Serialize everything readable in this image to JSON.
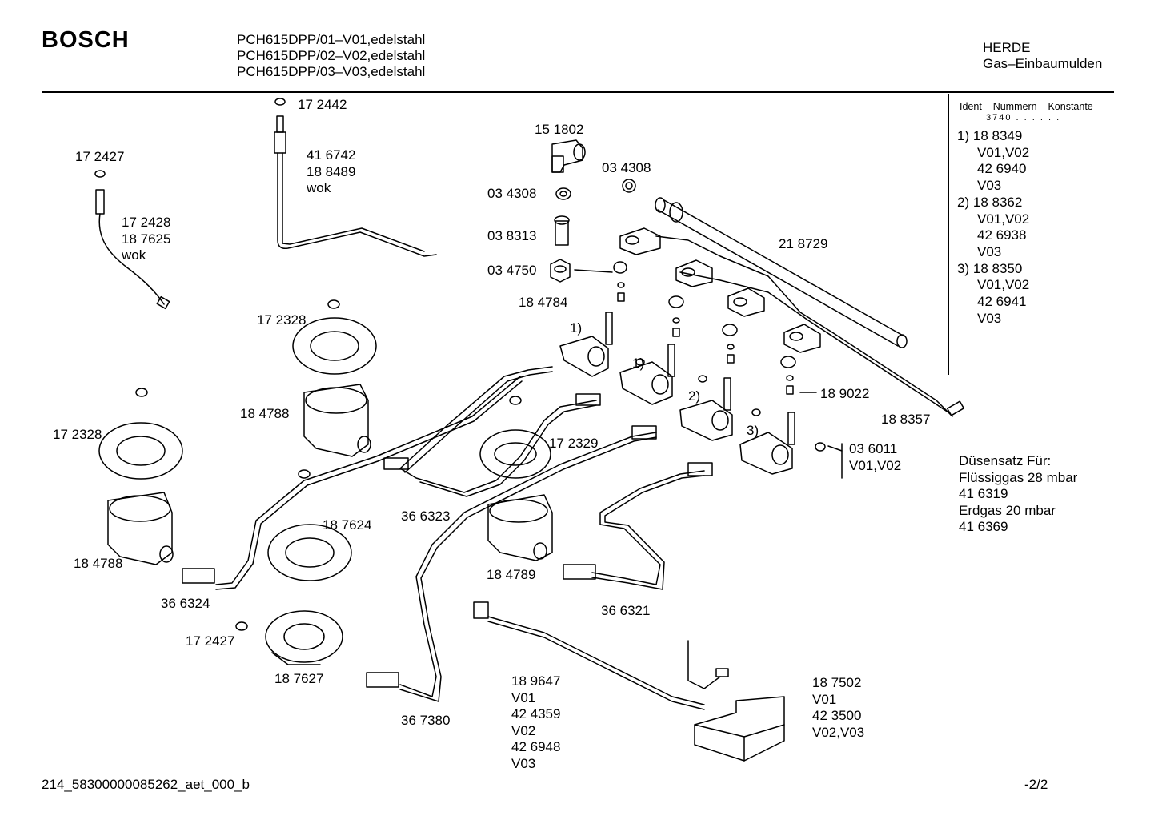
{
  "header": {
    "brand": "BOSCH",
    "models": [
      "PCH615DPP/01–V01,edelstahl",
      "PCH615DPP/02–V02,edelstahl",
      "PCH615DPP/03–V03,edelstahl"
    ],
    "category": [
      "HERDE",
      "Gas–Einbaumulden"
    ]
  },
  "ident_table": {
    "title": "Ident – Nummern – Konstante",
    "constant": "3740 . . . . . .",
    "entries": [
      {
        "marker": "1)",
        "lines": [
          "18 8349",
          "V01,V02",
          "42 6940",
          "V03"
        ]
      },
      {
        "marker": "2)",
        "lines": [
          "18 8362",
          "V01,V02",
          "42 6938",
          "V03"
        ]
      },
      {
        "marker": "3)",
        "lines": [
          "18 8350",
          "V01,V02",
          "42 6941",
          "V03"
        ]
      }
    ]
  },
  "nozzle_set": [
    "Düsensatz Für:",
    "Flüssiggas 28 mbar",
    "41 6319",
    "Erdgas 20 mbar",
    "41 6369"
  ],
  "parts": {
    "p172442": "17 2442",
    "p416742": [
      "41 6742",
      "18 8489",
      "wok"
    ],
    "p172427a": "17 2427",
    "p172428": [
      "17 2428",
      "18 7625",
      "wok"
    ],
    "p151802": "15 1802",
    "p034308a": "03 4308",
    "p034308b": "03 4308",
    "p038313": "03 8313",
    "p034750": "03 4750",
    "p184784": "18 4784",
    "p218729": "21 8729",
    "p172328a": "17 2328",
    "p184788a": "18 4788",
    "p172328b": "17 2328",
    "p184788b": "18 4788",
    "p366324": "36 6324",
    "p172427b": "17 2427",
    "p187627": "18 7627",
    "p187624": "18 7624",
    "p366323": "36 6323",
    "p172329": "17 2329",
    "p184789": "18 4789",
    "p366321": "36 6321",
    "p367380": "36 7380",
    "p189022": "18 9022",
    "p188357": "18 8357",
    "p036011": [
      "03 6011",
      "V01,V02"
    ],
    "p189647": [
      "18 9647",
      "V01",
      "42 4359",
      "V02",
      "42 6948",
      "V03"
    ],
    "p187502": [
      "18 7502",
      "V01",
      "42 3500",
      "V02,V03"
    ],
    "m1a": "1)",
    "m1b": "1)",
    "m2": "2)",
    "m3": "3)"
  },
  "footer": {
    "doc_id": "214_58300000085262_aet_000_b",
    "page": "-2/2"
  }
}
